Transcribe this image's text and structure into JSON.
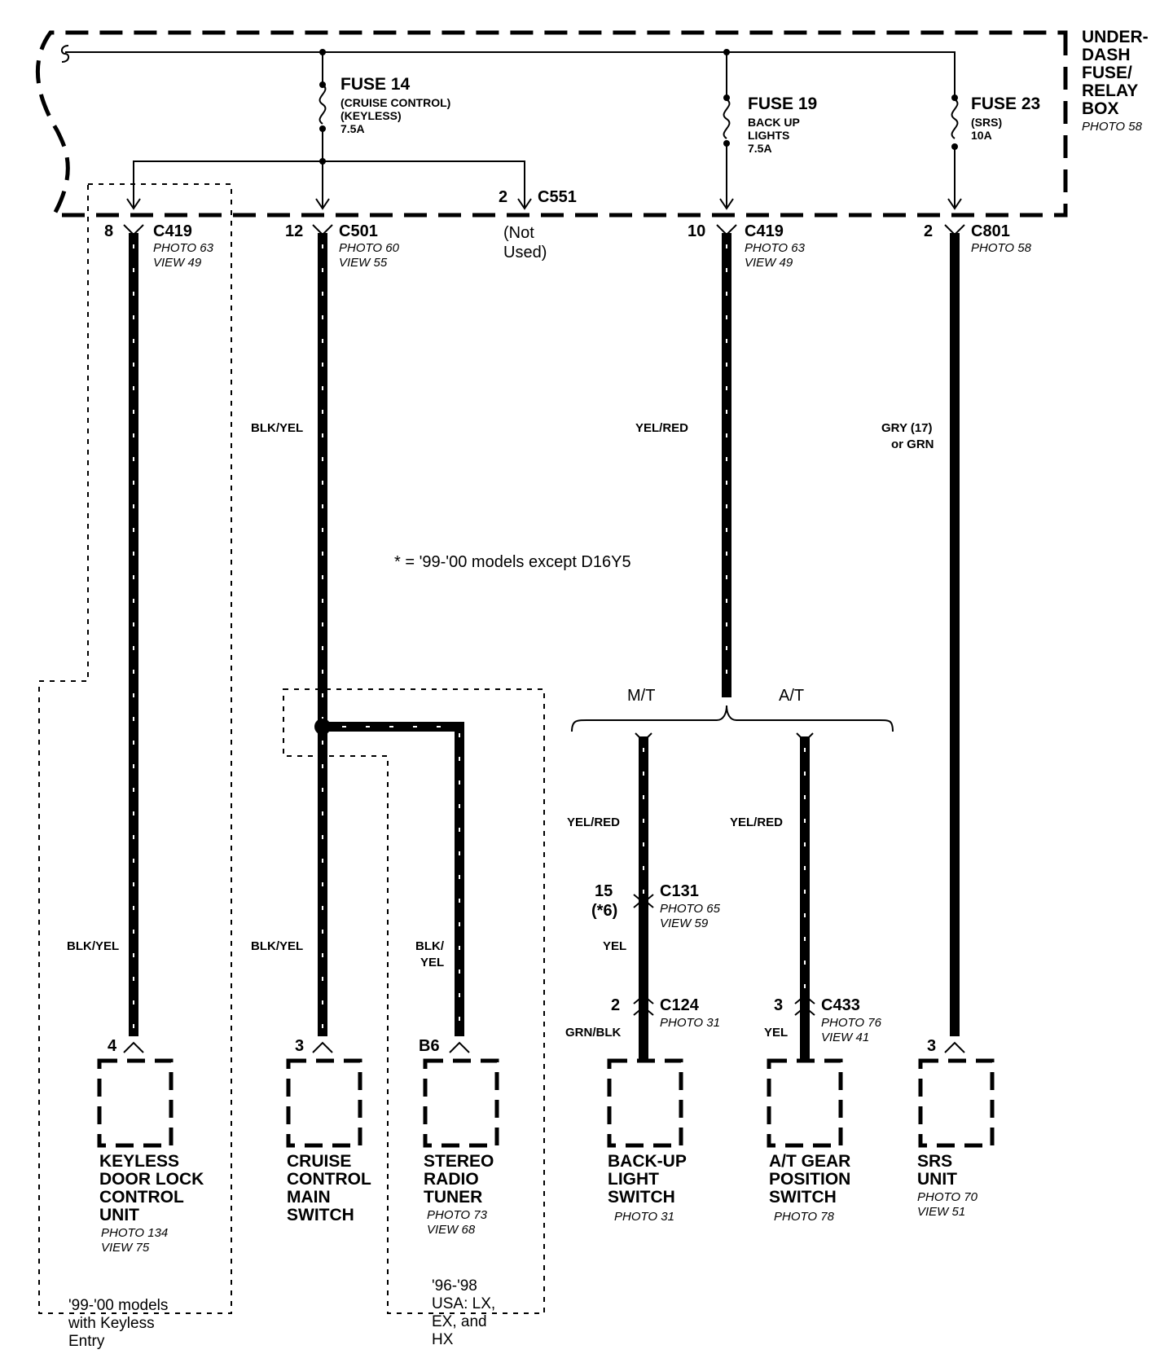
{
  "fuse_box": {
    "title_lines": [
      "UNDER-",
      "DASH",
      "FUSE/",
      "RELAY",
      "BOX"
    ],
    "photo": "PHOTO 58"
  },
  "fuses": [
    {
      "title": "FUSE 14",
      "lines": [
        "(CRUISE CONTROL)",
        "(KEYLESS)",
        "7.5A"
      ]
    },
    {
      "title": "FUSE 19",
      "lines": [
        "BACK UP",
        "LIGHTS",
        "7.5A"
      ]
    },
    {
      "title": "FUSE 23",
      "lines": [
        "(SRS)",
        "10A"
      ]
    }
  ],
  "c551": {
    "pin": "2",
    "name": "C551",
    "note_lines": [
      "(Not",
      "Used)"
    ]
  },
  "top_connectors": [
    {
      "pin": "8",
      "name": "C419",
      "photo": "PHOTO 63",
      "view": "VIEW 49"
    },
    {
      "pin": "12",
      "name": "C501",
      "photo": "PHOTO 60",
      "view": "VIEW 55"
    },
    {
      "pin": "10",
      "name": "C419",
      "photo": "PHOTO 63",
      "view": "VIEW 49"
    },
    {
      "pin": "2",
      "name": "C801",
      "photo": "PHOTO 58"
    }
  ],
  "wire_labels": {
    "keyless": "BLK/YEL",
    "cruise_top": "BLK/YEL",
    "cruise_bottom": "BLK/YEL",
    "stereo_lines": [
      "BLK/",
      "YEL"
    ],
    "backup_main": "YEL/RED",
    "mt": "YEL/RED",
    "mt_low": "YEL",
    "mt_bottom": "GRN/BLK",
    "at": "YEL/RED",
    "at_bottom": "YEL",
    "srs_lines": [
      "GRY (17)",
      "or GRN"
    ]
  },
  "note": "* = '99-'00 models except D16Y5",
  "branch": {
    "mt": "M/T",
    "at": "A/T"
  },
  "mid_connectors": [
    {
      "pin": "15",
      "pin_note": "(*6)",
      "name": "C131",
      "photo": "PHOTO 65",
      "view": "VIEW 59"
    },
    {
      "pin": "2",
      "name": "C124",
      "photo": "PHOTO 31"
    },
    {
      "pin": "3",
      "name": "C433",
      "photo": "PHOTO 76",
      "view": "VIEW 41"
    }
  ],
  "components": [
    {
      "pin": "4",
      "name_lines": [
        "KEYLESS",
        "DOOR LOCK",
        "CONTROL",
        "UNIT"
      ],
      "photo": "PHOTO 134",
      "view": "VIEW 75"
    },
    {
      "pin": "3",
      "name_lines": [
        "CRUISE",
        "CONTROL",
        "MAIN",
        "SWITCH"
      ]
    },
    {
      "pin": "B6",
      "name_lines": [
        "STEREO",
        "RADIO",
        "TUNER"
      ],
      "photo": "PHOTO 73",
      "view": "VIEW 68"
    },
    {
      "name_lines": [
        "BACK-UP",
        "LIGHT",
        "SWITCH"
      ],
      "photo": "PHOTO 31"
    },
    {
      "name_lines": [
        "A/T GEAR",
        "POSITION",
        "SWITCH"
      ],
      "photo": "PHOTO 78"
    },
    {
      "pin": "3",
      "name_lines": [
        "SRS",
        "UNIT"
      ],
      "photo": "PHOTO 70",
      "view": "VIEW 51"
    }
  ],
  "option_notes": {
    "keyless_lines": [
      "'99-'00 models",
      "with Keyless",
      "Entry"
    ],
    "stereo_lines": [
      "'96-'98",
      "USA: LX,",
      "EX, and",
      "HX"
    ]
  }
}
